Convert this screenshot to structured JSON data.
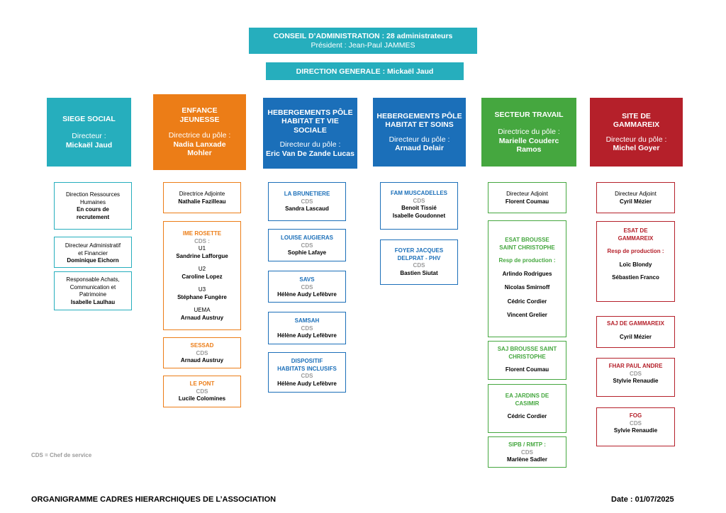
{
  "top": {
    "line1": "CONSEIL D’ADMINISTRATION : 28 administrateurs",
    "line2": "Président : Jean-Paul JAMMES"
  },
  "direction": {
    "label": "DIRECTION GENERALE : Mickaël Jaud"
  },
  "columns": [
    {
      "title": "SIEGE SOCIAL",
      "role": "Directeur :",
      "name": "Mickaël Jaud"
    },
    {
      "title": "ENFANCE JEUNESSE",
      "role": "Directrice du pôle :",
      "name": "Nadia Lanxade Mohler"
    },
    {
      "title": "HEBERGEMENTS PÔLE HABITAT ET VIE SOCIALE",
      "role": "Directeur du pôle :",
      "name": "Eric Van De Zande Lucas"
    },
    {
      "title": "HEBERGEMENTS PÔLE HABITAT ET SOINS",
      "role": "Directeur du pôle :",
      "name": "Arnaud Delair"
    },
    {
      "title": "SECTEUR TRAVAIL",
      "role": "Directrice du pôle :",
      "name": "Marielle Couderc Ramos"
    },
    {
      "title": "SITE DE GAMMAREIX",
      "role": "Directeur du pôle :",
      "name": "Michel Goyer"
    }
  ],
  "siege": {
    "drh_l1": "Direction Ressources",
    "drh_l2": "Humaines",
    "drh_b1": "En cours de",
    "drh_b2": "recrutement",
    "daf_l1": "Directeur Administratif",
    "daf_l2": "et Financier",
    "daf_name": "Dominique Eichorn",
    "ach_l1": "Responsable Achats,",
    "ach_l2": "Communication et",
    "ach_l3": "Patrimoine",
    "ach_name": "Isabelle Laulhau"
  },
  "enfance": {
    "adj_role": "Directrice Adjointe",
    "adj_name": "Nathalie Fazilleau",
    "ime_title": "IME ROSETTE",
    "ime_cds": "CDS :",
    "u1": "U1",
    "u1_name": "Sandrine Lafforgue",
    "u2": "U2",
    "u2_name": "Caroline Lopez",
    "u3": "U3",
    "u3_name": "Stéphane Fungère",
    "uema": "UEMA",
    "uema_name": "Arnaud Austruy",
    "sessad_title": "SESSAD",
    "sessad_cds": "CDS",
    "sessad_name": "Arnaud Austruy",
    "pont_title": "LE PONT",
    "pont_cds": "CDS",
    "pont_name": "Lucile Colomines"
  },
  "habitat_vie": {
    "brun_title": "LA BRUNETIERE",
    "brun_cds": "CDS",
    "brun_name": "Sandra Lascaud",
    "louise_title": "LOUISE AUGIERAS",
    "louise_cds": "CDS",
    "louise_name": "Sophie Lafaye",
    "savs_title": "SAVS",
    "savs_cds": "CDS",
    "savs_name": "Hélène Audy Lefèbvre",
    "samsah_title": "SAMSAH",
    "samsah_cds": "CDS",
    "samsah_name": "Hélène Audy Lefèbvre",
    "disp_l1": "DISPOSITIF",
    "disp_l2": "HABITATS INCLUSIFS",
    "disp_cds": "CDS",
    "disp_name": "Hélène Audy Lefèbvre"
  },
  "habitat_soins": {
    "fam_title": "FAM MUSCADELLES",
    "fam_cds": "CDS",
    "fam_n1": "Benoit Tissié",
    "fam_n2": "Isabelle Goudonnet",
    "foyer_l1": "FOYER JACQUES",
    "foyer_l2": "DELPRAT - PHV",
    "foyer_cds": "CDS",
    "foyer_name": "Bastien Siutat"
  },
  "travail": {
    "adj_role": "Directeur Adjoint",
    "adj_name": "Florent Coumau",
    "esat_l1": "ESAT BROUSSE",
    "esat_l2": "SAINT CHRISTOPHE",
    "esat_resp": "Resp de production :",
    "p1": "Arlindo Rodrigues",
    "p2": "Nicolas Smirnoff",
    "p3": "Cédric Cordier",
    "p4": "Vincent Grelier",
    "saj_l1": "SAJ BROUSSE SAINT",
    "saj_l2": "CHRISTOPHE",
    "saj_name": "Florent Coumau",
    "ea_l1": "EA JARDINS DE",
    "ea_l2": "CASIMIR",
    "ea_name": "Cédric Cordier",
    "sipb_title": "SIPB / RMTP :",
    "sipb_cds": "CDS",
    "sipb_name": "Marlène Sadler"
  },
  "gammareix": {
    "adj_role": "Directeur Adjoint",
    "adj_name": "Cyril Mézier",
    "esat_l1": "ESAT DE",
    "esat_l2": "GAMMAREIX",
    "esat_resp": "Resp de production :",
    "p1": "Loïc Blondy",
    "p2": "Sébastien Franco",
    "saj_title": "SAJ DE GAMMAREIX",
    "saj_name": "Cyril Mézier",
    "fhar_title": "FHAR PAUL ANDRE",
    "fhar_cds": "CDS",
    "fhar_name": "Stylvie Renaudie",
    "fog_title": "FOG",
    "fog_cds": "CDS",
    "fog_name": "Sylvie Renaudie"
  },
  "legend": "CDS = Chef de service",
  "footer": {
    "title": "ORGANIGRAMME CADRES HIERARCHIQUES DE L’ASSOCIATION",
    "date": "Date : 01/07/2025"
  },
  "colors": {
    "teal": "#26aebd",
    "orange": "#ec7d17",
    "blue": "#1b6fb9",
    "green": "#45a73f",
    "red": "#b5202a"
  }
}
